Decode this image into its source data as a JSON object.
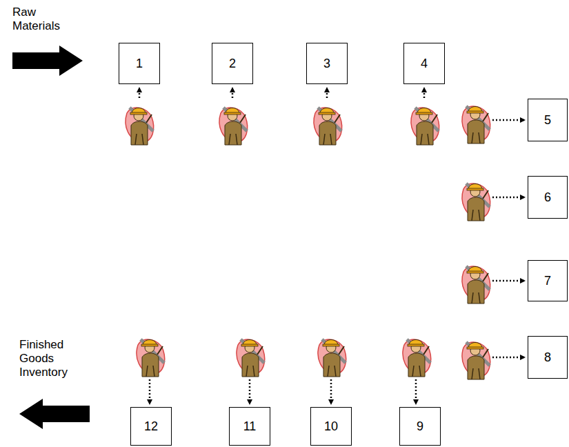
{
  "diagram": {
    "nodes": [
      {
        "text": [
          "1"
        ]
      },
      {
        "text": [
          "2"
        ]
      },
      {
        "text": [
          "3"
        ]
      },
      {
        "text": [
          "4"
        ]
      },
      {
        "text": [
          "5"
        ]
      },
      {
        "text": [
          "6"
        ]
      },
      {
        "text": [
          "7"
        ]
      },
      {
        "text": [
          "8"
        ]
      },
      {
        "text": [
          "9"
        ]
      },
      {
        "text": [
          "10"
        ]
      },
      {
        "text": [
          "11"
        ]
      },
      {
        "text": [
          "12"
        ]
      }
    ],
    "labels": [
      "Raw Materials",
      "Finished Goods Inventory"
    ]
  }
}
